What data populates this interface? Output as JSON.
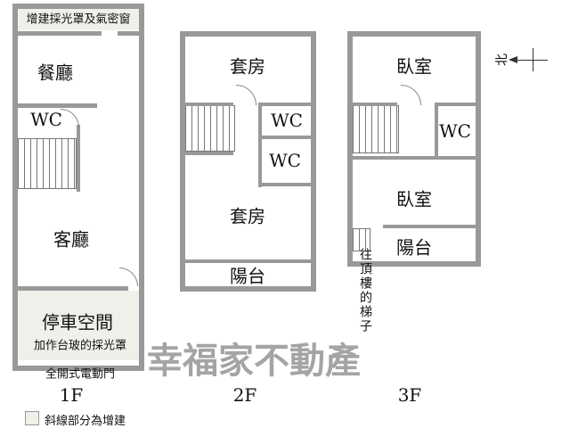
{
  "floor1": {
    "addition": "增建採光罩及氣密窗",
    "dining": "餐廳",
    "wc": "WC",
    "living": "客廳",
    "parking": "停車空間",
    "parking_note": "加作台玻的採光罩",
    "door_note": "全開式電動門",
    "label": "1F"
  },
  "floor2": {
    "suite_top": "套房",
    "wc1": "WC",
    "wc2": "WC",
    "suite_bottom": "套房",
    "balcony": "陽台",
    "label": "2F"
  },
  "floor3": {
    "bedroom_top": "臥室",
    "wc": "WC",
    "bedroom_bottom": "臥室",
    "balcony": "陽台",
    "roof_stairs": "往頂樓的梯子",
    "label": "3F"
  },
  "legend": {
    "text": "斜線部分為增建"
  },
  "compass": {
    "north": "北"
  },
  "watermark": "幸福家不動產"
}
